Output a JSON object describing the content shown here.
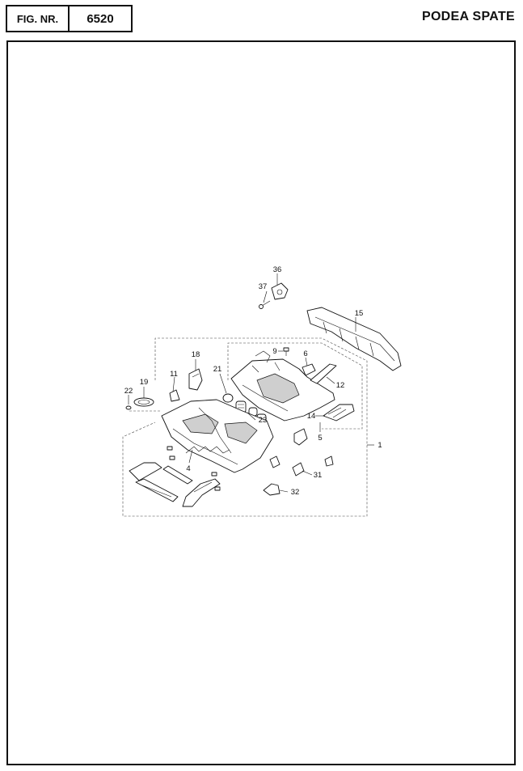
{
  "header": {
    "fig_label": "FIG. NR.",
    "fig_number": "6520",
    "title": "PODEA SPATE"
  },
  "callouts": {
    "c1": "1",
    "c4": "4",
    "c5": "5",
    "c6": "6",
    "c9": "9",
    "c11": "11",
    "c12": "12",
    "c14": "14",
    "c15": "15",
    "c18": "18",
    "c19": "19",
    "c21": "21",
    "c22": "22",
    "c23": "23",
    "c31": "31",
    "c32": "32",
    "c36": "36",
    "c37": "37"
  }
}
